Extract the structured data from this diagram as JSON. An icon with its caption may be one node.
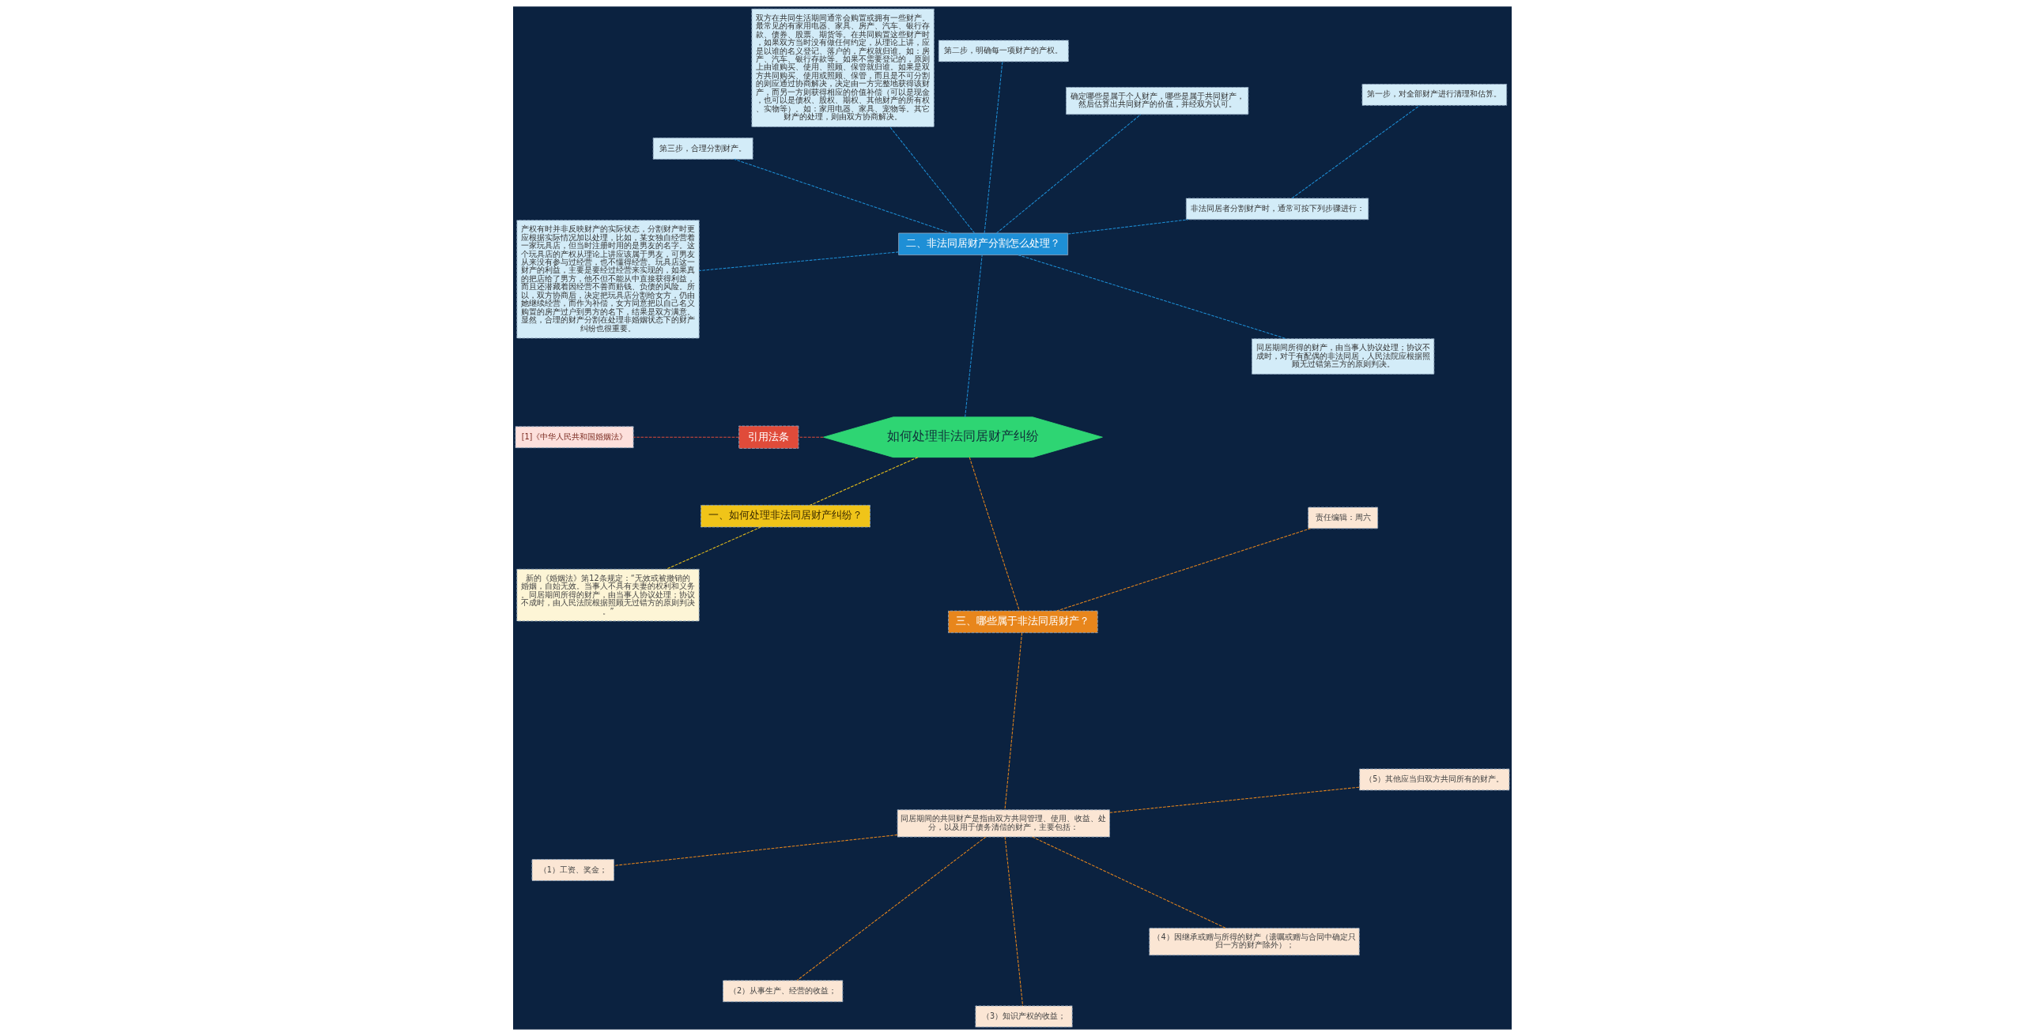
{
  "diagram": {
    "nodes": [
      {
        "text": [
          "如何处理非法同居财产纠纷"
        ]
      },
      {
        "text": [
          "二、非法同居财产分割怎么处理？"
        ]
      },
      {
        "text": [
          "同居期间所得的财产，由当事人协议处理；协议不成时，对于有配偶的非法同居，人民法院应根据照顾无过错第三方的原则判决。"
        ]
      },
      {
        "text": [
          "非法同居者分割财产时，通常可按下列步骤进行："
        ]
      },
      {
        "text": [
          "第一步，对全部财产进行清理和估算。"
        ]
      },
      {
        "text": [
          "确定哪些是属于个人财产，哪些是属于共同财产，然后估算出共同财产的价值，并经双方认可。"
        ]
      },
      {
        "text": [
          "第二步，明确每一项财产的产权。"
        ]
      },
      {
        "text": [
          "双方在共同生活期间通常会购置或拥有一些财产。最常见的有家用电器、家具、房产、汽车、银行存款、债券、股票、期货等。在共同购置这些财产时，如果双方当时没有做任何约定，从理论上讲，应是以谁的名义登记、落户的，产权就归谁。如：房产、汽车、银行存款等。如果不需要登记的，原则上由谁购买、使用、照顾、保管就归谁。如果是双方共同购买、使用或照顾、保管，而且是不可分割的则应通过协商解决，决定由一方完整地获得该财产，而另一方则获得相应的价值补偿（可以是现金，也可以是债权、股权、期权、其他财产的所有权、实物等）。如：家用电器、家具、宠物等。其它财产的处理，则由双方协商解决。"
        ]
      },
      {
        "text": [
          "第三步，合理分割财产。"
        ]
      },
      {
        "text": [
          "产权有时并非反映财产的实际状态，分割财产时更应根据实际情况加以处理，比如，某女独自经营着一家玩具店，但当时注册时用的是男友的名字。这个玩具店的产权从理论上讲应该属于男友，可男友从来没有参与过经营，也不懂得经营。玩具店这一财产的利益，主要是要经过经营来实现的，如果真的把店给了男方，他不但不能从中直接获得利益，而且还潜藏着因经营不善而赔钱、负债的风险。所以，双方协商后，决定把玩具店分割给女方，仍由她继续经营，而作为补偿，女方同意把以自己名义购置的房产过户到男方的名下，结果是双方满意。显然，合理的财产分割在处理非婚姻状态下的财产纠纷也很重要。"
        ]
      },
      {
        "text": [
          "引用法条"
        ]
      },
      {
        "text": [
          "[1]《中华人民共和国婚姻法》"
        ]
      },
      {
        "text": [
          "一、如何处理非法同居财产纠纷？"
        ]
      },
      {
        "text": [
          "新的《婚姻法》第12条规定：“无效或被撤销的婚姻，自始无效。当事人不具有夫妻的权利和义务。同居期间所得的财产，由当事人协议处理；协议不成时，由人民法院根据照顾无过错方的原则判决。”"
        ]
      },
      {
        "text": [
          "三、哪些属于非法同居财产？"
        ]
      },
      {
        "text": [
          "同居期间的共同财产是指由双方共同管理、使用、收益、处分，以及用于债务清偿的财产，主要包括："
        ]
      },
      {
        "text": [
          "（1）工资、奖金；"
        ]
      },
      {
        "text": [
          "（2）从事生产、经营的收益；"
        ]
      },
      {
        "text": [
          "（3）知识产权的收益；"
        ]
      },
      {
        "text": [
          "（4）因继承或赠与所得的财产（遗嘱或赠与合同中确定只归一方的财产除外）；"
        ]
      },
      {
        "text": [
          "（5）其他应当归双方共同所有的财产。"
        ]
      },
      {
        "text": [
          "责任编辑：周六"
        ]
      }
    ],
    "edges": [
      {
        "from": 0,
        "to": 1,
        "arrow": "none",
        "style": "dashed"
      },
      {
        "from": 1,
        "to": 2,
        "arrow": "none",
        "style": "dashed"
      },
      {
        "from": 1,
        "to": 3,
        "arrow": "none",
        "style": "dashed"
      },
      {
        "from": 3,
        "to": 4,
        "arrow": "none",
        "style": "dashed"
      },
      {
        "from": 1,
        "to": 5,
        "arrow": "none",
        "style": "dashed"
      },
      {
        "from": 1,
        "to": 6,
        "arrow": "none",
        "style": "dashed"
      },
      {
        "from": 1,
        "to": 7,
        "arrow": "none",
        "style": "dashed"
      },
      {
        "from": 1,
        "to": 8,
        "arrow": "none",
        "style": "dashed"
      },
      {
        "from": 1,
        "to": 9,
        "arrow": "none",
        "style": "dashed"
      },
      {
        "from": 0,
        "to": 10,
        "arrow": "none",
        "style": "dashed",
        "color": "#e04b3a"
      },
      {
        "from": 10,
        "to": 11,
        "arrow": "none",
        "style": "dashed",
        "color": "#e04b3a"
      },
      {
        "from": 0,
        "to": 12,
        "arrow": "none",
        "style": "dashed",
        "color": "#f0c419"
      },
      {
        "from": 12,
        "to": 13,
        "arrow": "none",
        "style": "dashed",
        "color": "#f0c419"
      },
      {
        "from": 0,
        "to": 14,
        "arrow": "none",
        "style": "dashed",
        "color": "#e8861c"
      },
      {
        "from": 14,
        "to": 15,
        "arrow": "none",
        "style": "dashed",
        "color": "#e8861c"
      },
      {
        "from": 15,
        "to": 16,
        "arrow": "none",
        "style": "dashed",
        "color": "#e8861c"
      },
      {
        "from": 15,
        "to": 17,
        "arrow": "none",
        "style": "dashed",
        "color": "#e8861c"
      },
      {
        "from": 15,
        "to": 18,
        "arrow": "none",
        "style": "dashed",
        "color": "#e8861c"
      },
      {
        "from": 15,
        "to": 19,
        "arrow": "none",
        "style": "dashed",
        "color": "#e8861c"
      },
      {
        "from": 15,
        "to": 20,
        "arrow": "none",
        "style": "dashed",
        "color": "#e8861c"
      },
      {
        "from": 14,
        "to": 21,
        "arrow": "none",
        "style": "dashed",
        "color": "#e8861c"
      }
    ]
  }
}
